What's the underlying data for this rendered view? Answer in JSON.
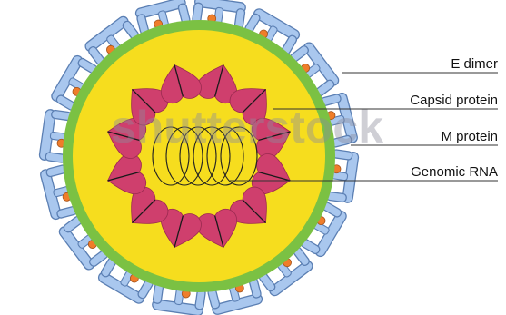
{
  "labels": {
    "e_dimer": "E dimer",
    "capsid_protein": "Capsid protein",
    "m_protein": "M protein",
    "genomic_rna": "Genomic RNA"
  },
  "watermark": "shutterstock",
  "colors": {
    "membrane": "#7bc143",
    "capsid_interior": "#f6dd1e",
    "capsid_protein": "#cf3f6d",
    "e_dimer": "#a9c7ee",
    "m_protein": "#ef7d2a",
    "rna": "#222222",
    "leader_line": "#333333"
  },
  "counts": {
    "capsid_proteins": 12,
    "surface_proteins": 16,
    "rna_coils": 6
  }
}
